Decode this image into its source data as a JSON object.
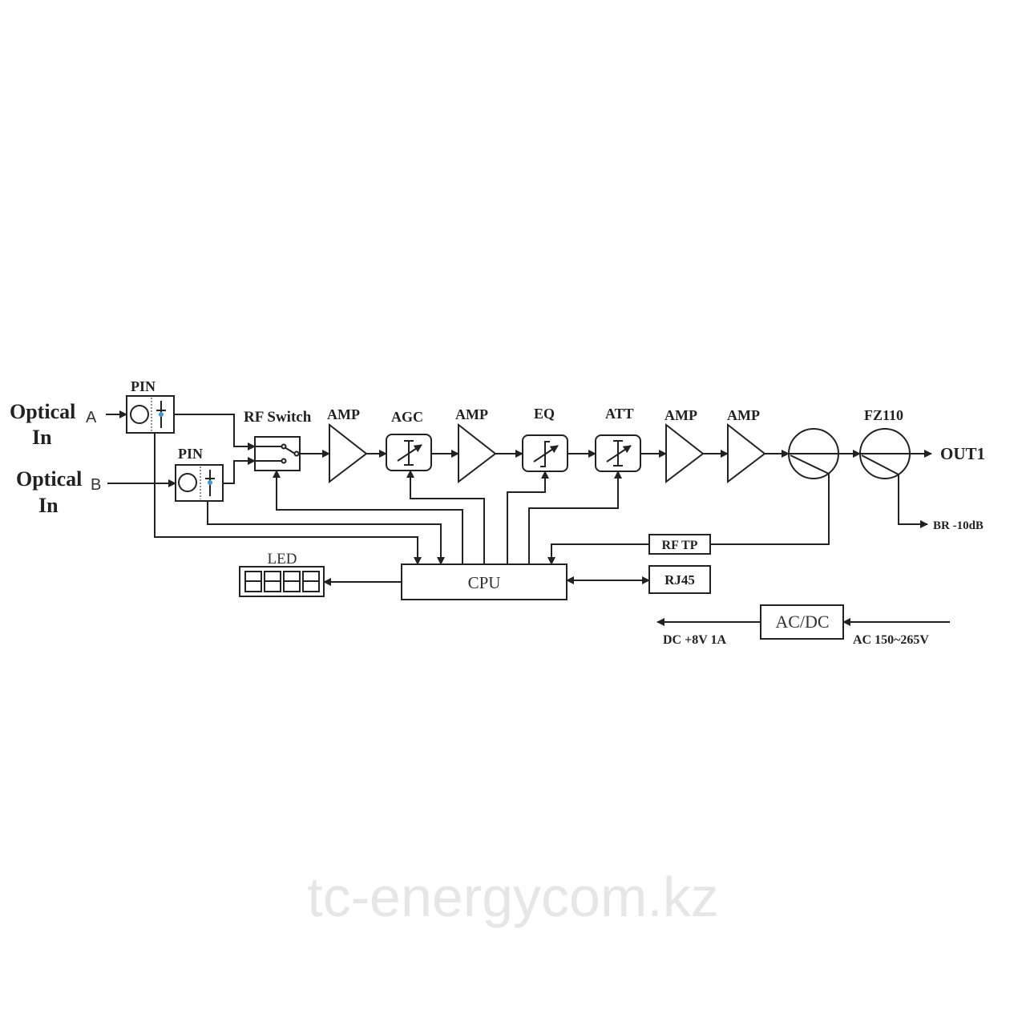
{
  "inputs": {
    "a": {
      "label_line1": "Optical",
      "label_line2": "In",
      "port": "A"
    },
    "b": {
      "label_line1": "Optical",
      "label_line2": "In",
      "port": "B"
    }
  },
  "blocks": {
    "pin_a": "PIN",
    "pin_b": "PIN",
    "rf_switch": "RF Switch",
    "amp1": "AMP",
    "agc": "AGC",
    "amp2": "AMP",
    "eq": "EQ",
    "att": "ATT",
    "amp3": "AMP",
    "amp4": "AMP",
    "fz110": "FZ110",
    "cpu": "CPU",
    "led": "LED",
    "rftp": "RF TP",
    "rj45": "RJ45",
    "acdc": "AC/DC"
  },
  "outputs": {
    "out1": "OUT1",
    "br": "BR  -10dB",
    "dc": "DC  +8V 1A",
    "ac": "AC 150~265V"
  },
  "watermark": "tc-energycom.kz",
  "colors": {
    "line": "#222222",
    "diode_accent": "#3a9ad9"
  }
}
